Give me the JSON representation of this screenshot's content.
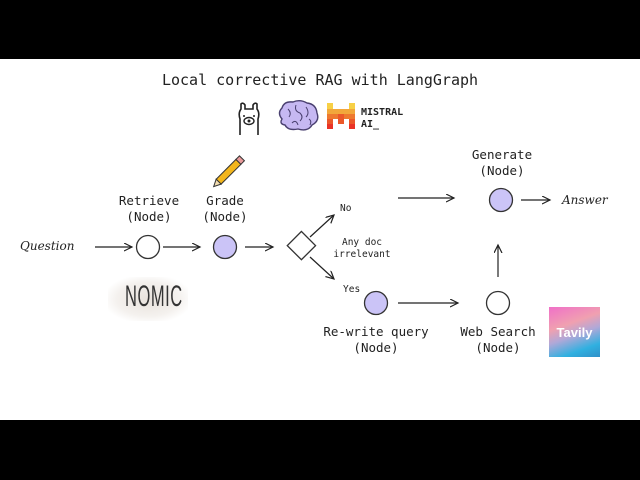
{
  "title": "Local corrective RAG with LangGraph",
  "logos": {
    "ollama": "llama-icon",
    "brain": "brain-icon",
    "mistral_line1": "MISTRAL",
    "mistral_line2": "AI_",
    "nomic": "NOMIC",
    "tavily": "Tavily"
  },
  "colors": {
    "node_fill": "#cbc4f7",
    "node_stroke": "#333333",
    "line": "#222222"
  },
  "flow": {
    "input": "Question",
    "output": "Answer",
    "decision": "Any doc\nirrelevant",
    "branch_no": "No",
    "branch_yes": "Yes"
  },
  "nodes": [
    {
      "id": "retrieve",
      "label": "Retrieve\n(Node)",
      "filled": false
    },
    {
      "id": "grade",
      "label": "Grade\n(Node)",
      "filled": true
    },
    {
      "id": "generate",
      "label": "Generate\n(Node)",
      "filled": true
    },
    {
      "id": "rewrite",
      "label": "Re-write query\n(Node)",
      "filled": true
    },
    {
      "id": "websearch",
      "label": "Web Search\n(Node)",
      "filled": false
    }
  ]
}
